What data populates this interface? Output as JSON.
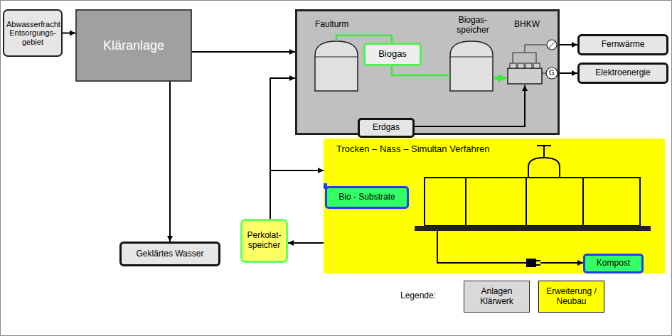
{
  "diagram": {
    "nodes": [
      {
        "text": [
          "Abwasserfracht Entsorgungs- gebiet"
        ]
      },
      {
        "text": [
          "Kläranlage"
        ]
      },
      {
        "text": [
          "Faulturm",
          "Biogas- speicher",
          "BHKW"
        ]
      },
      {
        "text": [
          "Biogas"
        ],
        "in": 2
      },
      {
        "text": [
          "Erdgas"
        ],
        "in": 2
      },
      {
        "text": [
          "Fernwärme"
        ]
      },
      {
        "text": [
          "Elektroenergie"
        ]
      },
      {
        "text": [
          "Trocken – Nass – Simultan Verfahren"
        ]
      },
      {
        "text": [
          "Bio - Substrate"
        ],
        "in": 7
      },
      {
        "text": [
          "Kompost"
        ],
        "in": 7
      },
      {
        "text": [
          "Perkolat- speicher"
        ]
      },
      {
        "text": [
          "Geklärtes Wasser"
        ]
      }
    ],
    "edges": [
      {
        "from": 0,
        "to": 1,
        "arrow": "to"
      },
      {
        "from": 1,
        "to": 2,
        "arrow": "to"
      },
      {
        "from": 1,
        "to": 11,
        "arrow": "to"
      },
      {
        "from": 10,
        "to": 2,
        "arrow": "to"
      },
      {
        "from": 10,
        "to": 7,
        "arrow": "to"
      },
      {
        "from": 7,
        "to": 10,
        "arrow": "to"
      },
      {
        "from": 2,
        "to": 5,
        "arrow": "to"
      },
      {
        "from": 2,
        "to": 6,
        "arrow": "to"
      }
    ],
    "labels": [
      "G",
      "Legende:"
    ],
    "legend": [
      {
        "text": "Anlagen Klärwerk",
        "color": "#d9d9d9"
      },
      {
        "text": "Erweiterung / Neubau",
        "color": "#ffff00"
      }
    ]
  }
}
